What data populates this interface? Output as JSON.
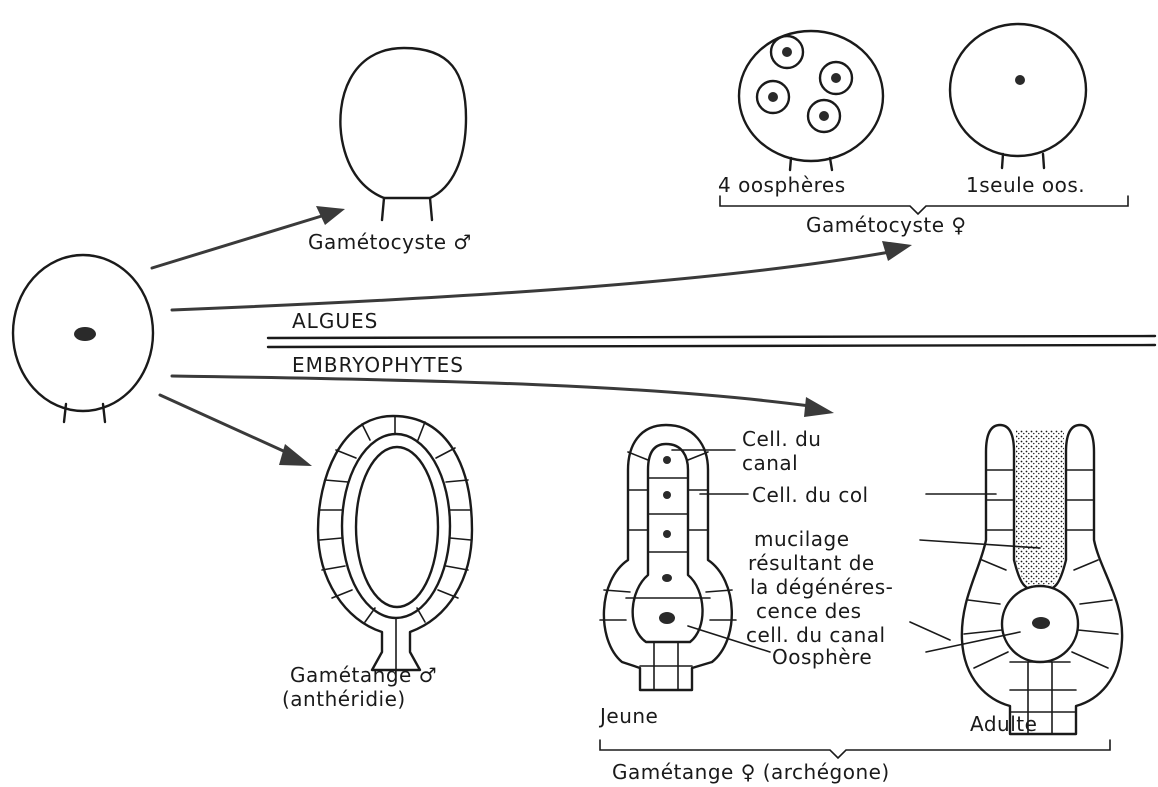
{
  "labels": {
    "gametocyste_male": "Gamétocyste",
    "four_oospheres": "4 oosphères",
    "one_oos": "1seule oos.",
    "gametocyste_female": "Gamétocyste",
    "algues": "ALGUES",
    "embryophytes": "EMBRYOPHYTES",
    "gametange_male": "Gamétange",
    "antheridie": "(anthéridie)",
    "cell_canal_1": "Cell. du",
    "cell_canal_2": "canal",
    "cell_col": "Cell. du col",
    "mucilage_1": "mucilage",
    "mucilage_2": "résultant de",
    "mucilage_3": "la dégénéres-",
    "mucilage_4": "cence des",
    "mucilage_5": "cell. du canal",
    "oosphere": "Oosphère",
    "jeune": "Jeune",
    "adulte": "Adulte",
    "gametange_female": "Gamétange",
    "archegone": "(archégone)"
  },
  "symbols": {
    "male": "♂",
    "female": "♀"
  },
  "colors": {
    "ink": "#1a1a1a",
    "arrow": "#3a3a3a",
    "background": "#ffffff"
  }
}
